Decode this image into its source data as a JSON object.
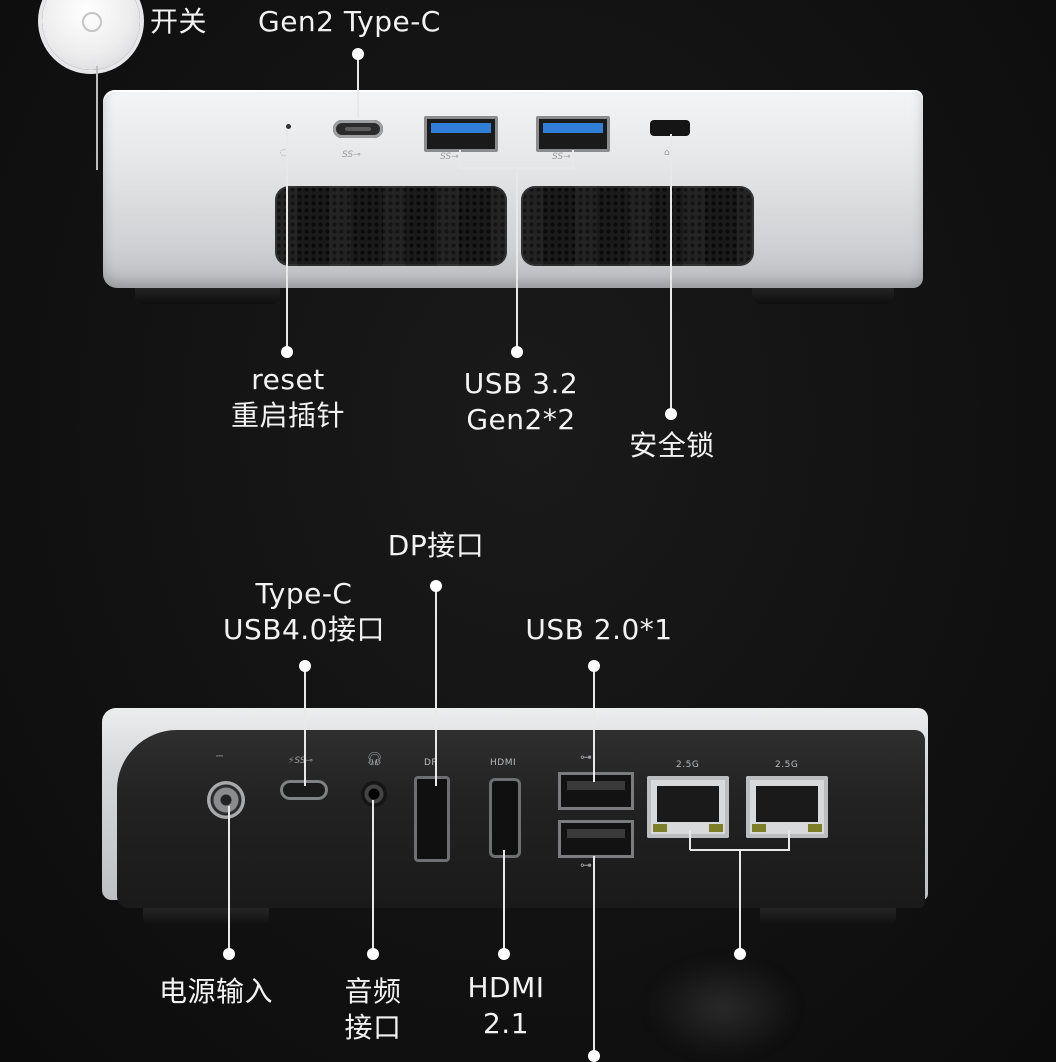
{
  "labels": {
    "power": "开关",
    "type_c_top": "Gen2 Type-C",
    "reset_en": "reset",
    "reset_cn": "重启插针",
    "usb32_line1": "USB 3.2",
    "usb32_line2": "Gen2*2",
    "lock": "安全锁",
    "dp": "DP接口",
    "typec_usb4_line1": "Type-C",
    "typec_usb4_line2": "USB4.0接口",
    "usb20": "USB 2.0*1",
    "power_in": "电源输入",
    "audio_line1": "音频",
    "audio_line2": "接口",
    "hdmi_line1": "HDMI",
    "hdmi_line2": "2.1"
  },
  "port_marks": {
    "dp": "DP",
    "hdmi": "HDMI",
    "lan1": "2.5G",
    "lan2": "2.5G"
  },
  "colors": {
    "background": "#121212",
    "label_text": "#f2f2f2",
    "usb3_blue": "#2f7fd6"
  }
}
